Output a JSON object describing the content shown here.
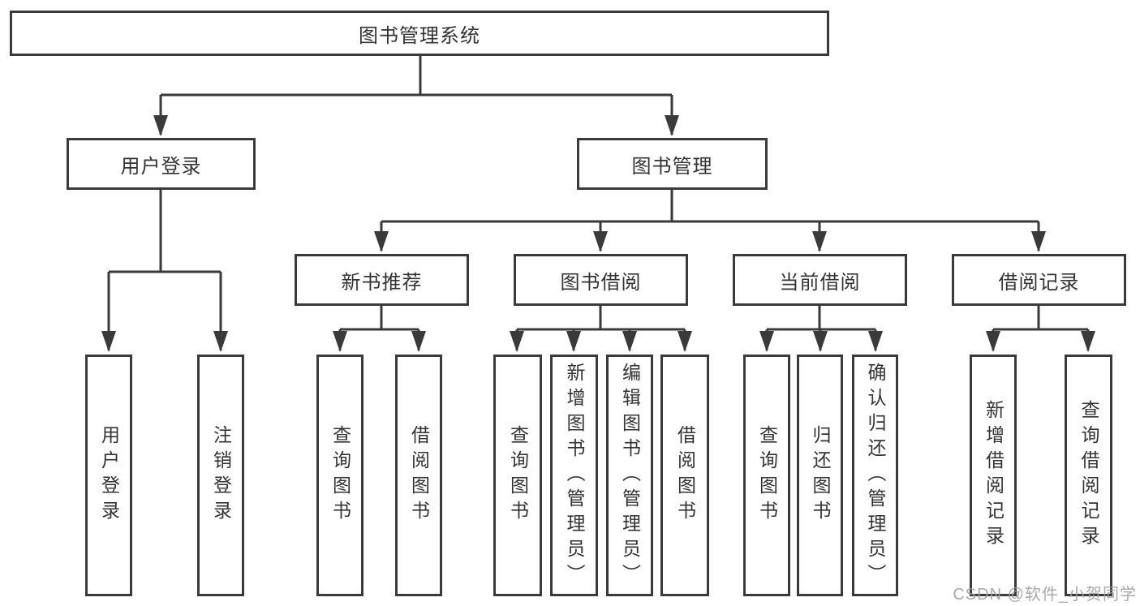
{
  "root": {
    "label": "图书管理系统"
  },
  "login": {
    "label": "用户登录",
    "children": [
      {
        "label": "用户登录"
      },
      {
        "label": "注销登录"
      }
    ]
  },
  "management": {
    "label": "图书管理",
    "groups": [
      {
        "label": "新书推荐",
        "children": [
          {
            "label": "查询图书"
          },
          {
            "label": "借阅图书"
          }
        ]
      },
      {
        "label": "图书借阅",
        "children": [
          {
            "label": "查询图书"
          },
          {
            "label": "新增图书（管理员）"
          },
          {
            "label": "编辑图书（管理员）"
          },
          {
            "label": "借阅图书"
          }
        ]
      },
      {
        "label": "当前借阅",
        "children": [
          {
            "label": "查询图书"
          },
          {
            "label": "归还图书"
          },
          {
            "label": "确认归还（管理员）"
          }
        ]
      },
      {
        "label": "借阅记录",
        "children": [
          {
            "label": "新增借阅记录"
          },
          {
            "label": "查询借阅记录"
          }
        ]
      }
    ]
  },
  "watermark": {
    "text": "CSDN @软件_小贺同学"
  },
  "colors": {
    "line": "#3a3a3a",
    "text": "#333333",
    "watermark": "#a0a0a0",
    "background": "#ffffff"
  }
}
